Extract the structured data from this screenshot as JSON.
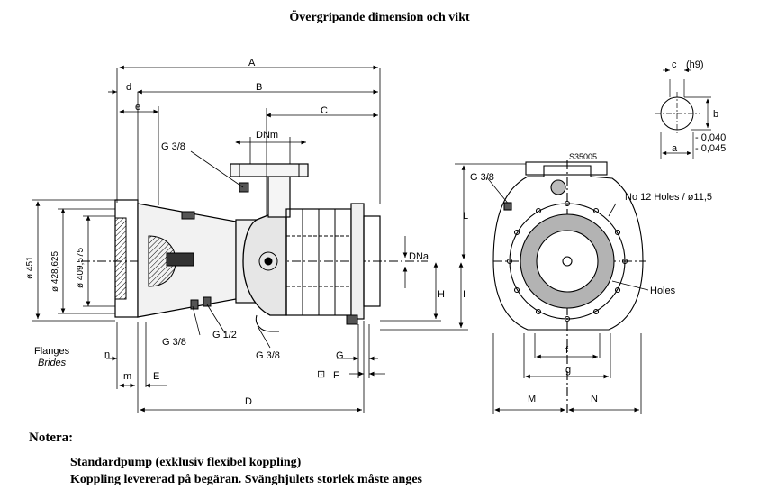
{
  "title": "Övergripande dimension och vikt",
  "labels": {
    "A": "A",
    "B": "B",
    "C": "C",
    "d": "d",
    "e": "e",
    "DNm": "DNm",
    "DNa": "DNa",
    "g38_top": "G 3/8",
    "g38_left": "G 3/8",
    "g38_bottom": "G 3/8",
    "g38_right": "G 3/8",
    "g12": "G 1/2",
    "phi451": "ø 451",
    "phi428": "ø 428,625",
    "phi409": "ø 409,575",
    "flanges": "Flanges",
    "brides": "Brides",
    "n": "n",
    "m": "m",
    "E": "E",
    "F": "F",
    "G": "G",
    "D": "D",
    "H": "H",
    "I": "I",
    "L": "L",
    "f": "f",
    "g": "g",
    "M": "M",
    "N": "N",
    "holes12": "No 12 Holes  / ø11,5",
    "holes": "Holes",
    "code": "S35005",
    "c": "c",
    "h9": "(h9)",
    "b": "b",
    "a": "a",
    "tol1": "- 0,040",
    "tol2": "- 0,045",
    "square": "⊡"
  },
  "notes": {
    "heading": "Notera:",
    "line1": "Standardpump (exklusiv flexibel koppling)",
    "line2": "Koppling levererad på begäran. Svänghjulets storlek måste anges"
  }
}
